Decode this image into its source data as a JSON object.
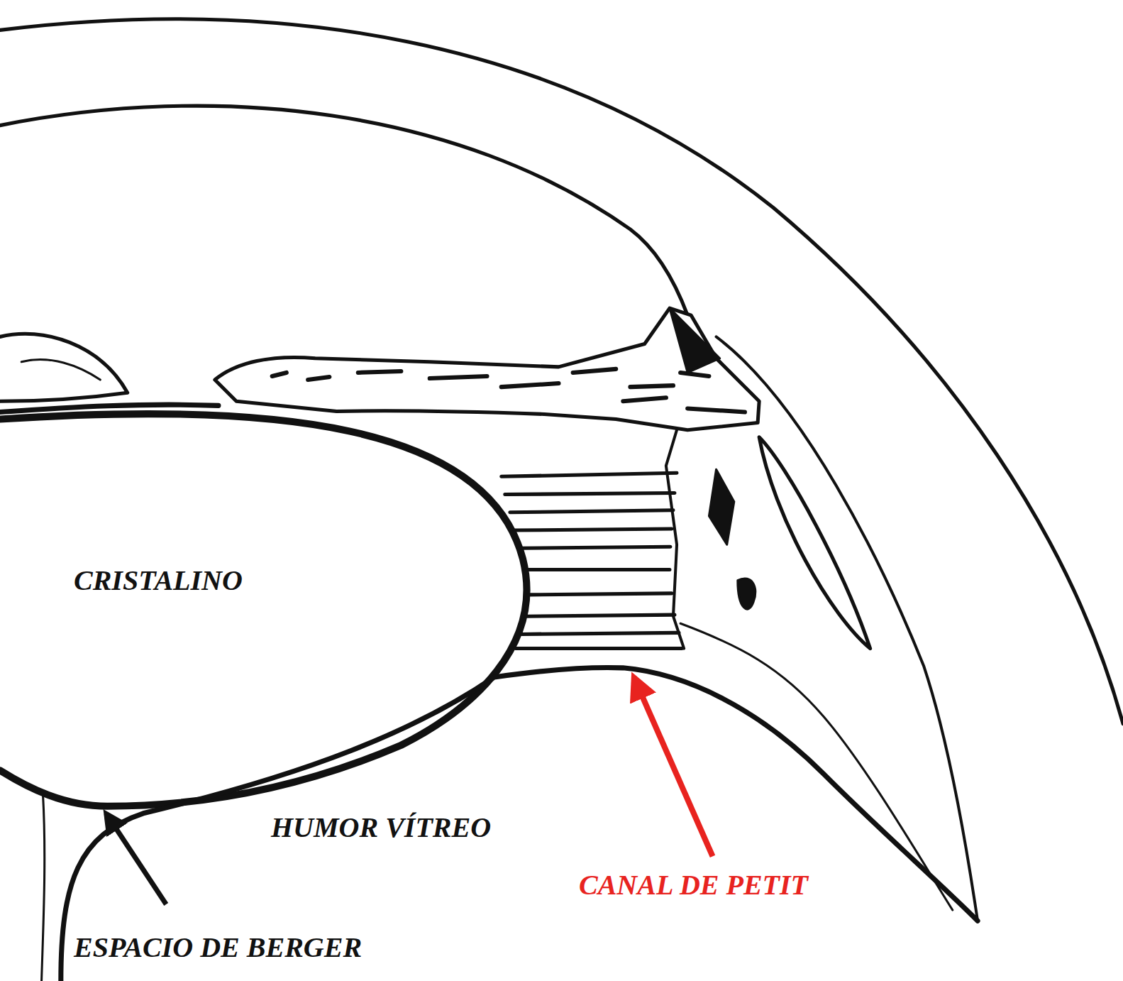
{
  "diagram": {
    "labels": [
      "CRISTALINO",
      "HUMOR VÍTREO",
      "CANAL DE PETIT",
      "ESPACIO DE BERGER"
    ]
  }
}
